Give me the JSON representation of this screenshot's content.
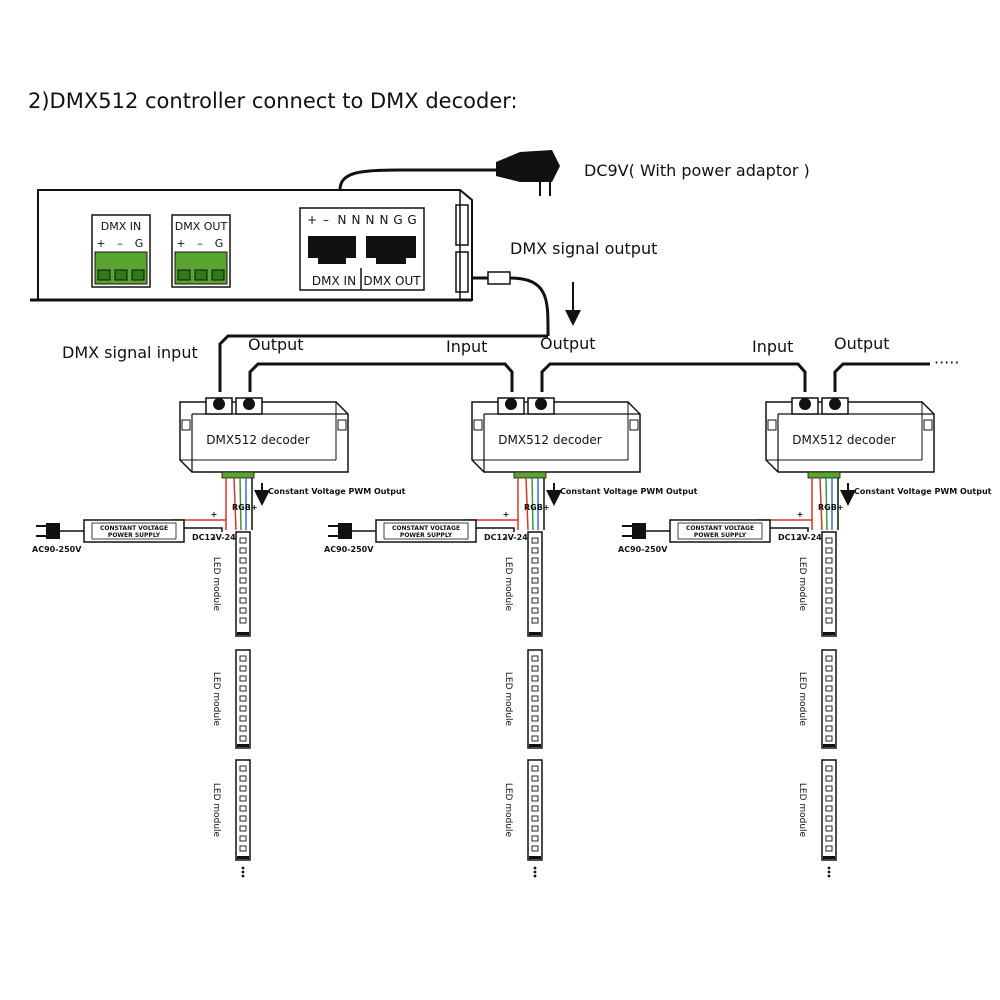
{
  "title": "2)DMX512 controller connect to DMX decoder:",
  "labels": {
    "power_adaptor": "DC9V( With power adaptor )",
    "dmx_signal_output": "DMX signal output",
    "dmx_signal_input": "DMX signal input",
    "output": "Output",
    "input": "Input",
    "continuation": "·····"
  },
  "controller": {
    "dmx_in_block": {
      "title": "DMX  IN",
      "pins": [
        "+",
        "–",
        "G"
      ]
    },
    "dmx_out_block": {
      "title": "DMX  OUT",
      "pins": [
        "+",
        "–",
        "G"
      ]
    },
    "rj45_pins": [
      "+",
      "–",
      "N",
      "N",
      "N",
      "N",
      "G",
      "G"
    ],
    "rj45_ports": [
      "DMX  IN",
      "DMX  OUT"
    ]
  },
  "decoders": [
    {
      "name": "DMX512 decoder",
      "output_label": "Constant Voltage PWM Output",
      "psu_line1": "CONSTANT VOLTAGE",
      "psu_line2": "POWER SUPPLY",
      "ac_label": "AC90-250V",
      "dc_label": "DC12V-24V",
      "rgb_label": "RGB+",
      "plus": "+",
      "minus": "–",
      "led_modules": [
        "LED module",
        "LED module",
        "LED module"
      ]
    },
    {
      "name": "DMX512 decoder",
      "output_label": "Constant Voltage PWM Output",
      "psu_line1": "CONSTANT VOLTAGE",
      "psu_line2": "POWER SUPPLY",
      "ac_label": "AC90-250V",
      "dc_label": "DC12V-24V",
      "rgb_label": "RGB+",
      "plus": "+",
      "minus": "–",
      "led_modules": [
        "LED module",
        "LED module",
        "LED module"
      ]
    },
    {
      "name": "DMX512 decoder",
      "output_label": "Constant Voltage PWM Output",
      "psu_line1": "CONSTANT VOLTAGE",
      "psu_line2": "POWER SUPPLY",
      "ac_label": "AC90-250V",
      "dc_label": "DC12V-24V",
      "rgb_label": "RGB+",
      "plus": "+",
      "minus": "–",
      "led_modules": [
        "LED module",
        "LED module",
        "LED module"
      ]
    }
  ],
  "colors": {
    "terminal_green": "#5aa532",
    "wire_red": "#d9342b",
    "wire_green": "#3a9a3a",
    "wire_blue": "#3a6fd0"
  }
}
